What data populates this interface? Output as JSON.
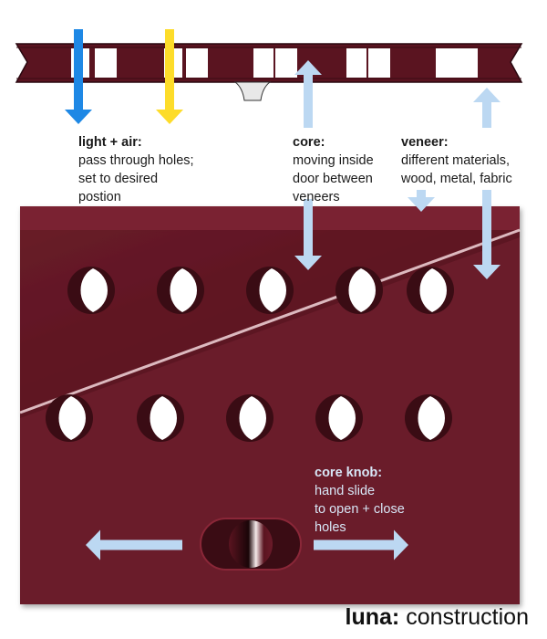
{
  "labels": {
    "light": {
      "title": "light + air:",
      "body": "pass through holes;\nset to desired\npostion"
    },
    "core": {
      "title": "core:",
      "body": "moving inside\ndoor between\nveneers"
    },
    "veneer": {
      "title": "veneer:",
      "body": "different materials,\nwood, metal, fabric"
    },
    "knob": {
      "title": "core knob:",
      "body": "hand slide\nto open + close\nholes"
    }
  },
  "footer": {
    "brand": "luna:",
    "word": "construction"
  },
  "colors": {
    "door": "#6b1b2a",
    "door_dark": "#4a1019",
    "arrow_blue": "#1e88e5",
    "arrow_yellow": "#fddc2a",
    "arrow_light": "#bcd8f2",
    "text": "#1a1a1a"
  }
}
